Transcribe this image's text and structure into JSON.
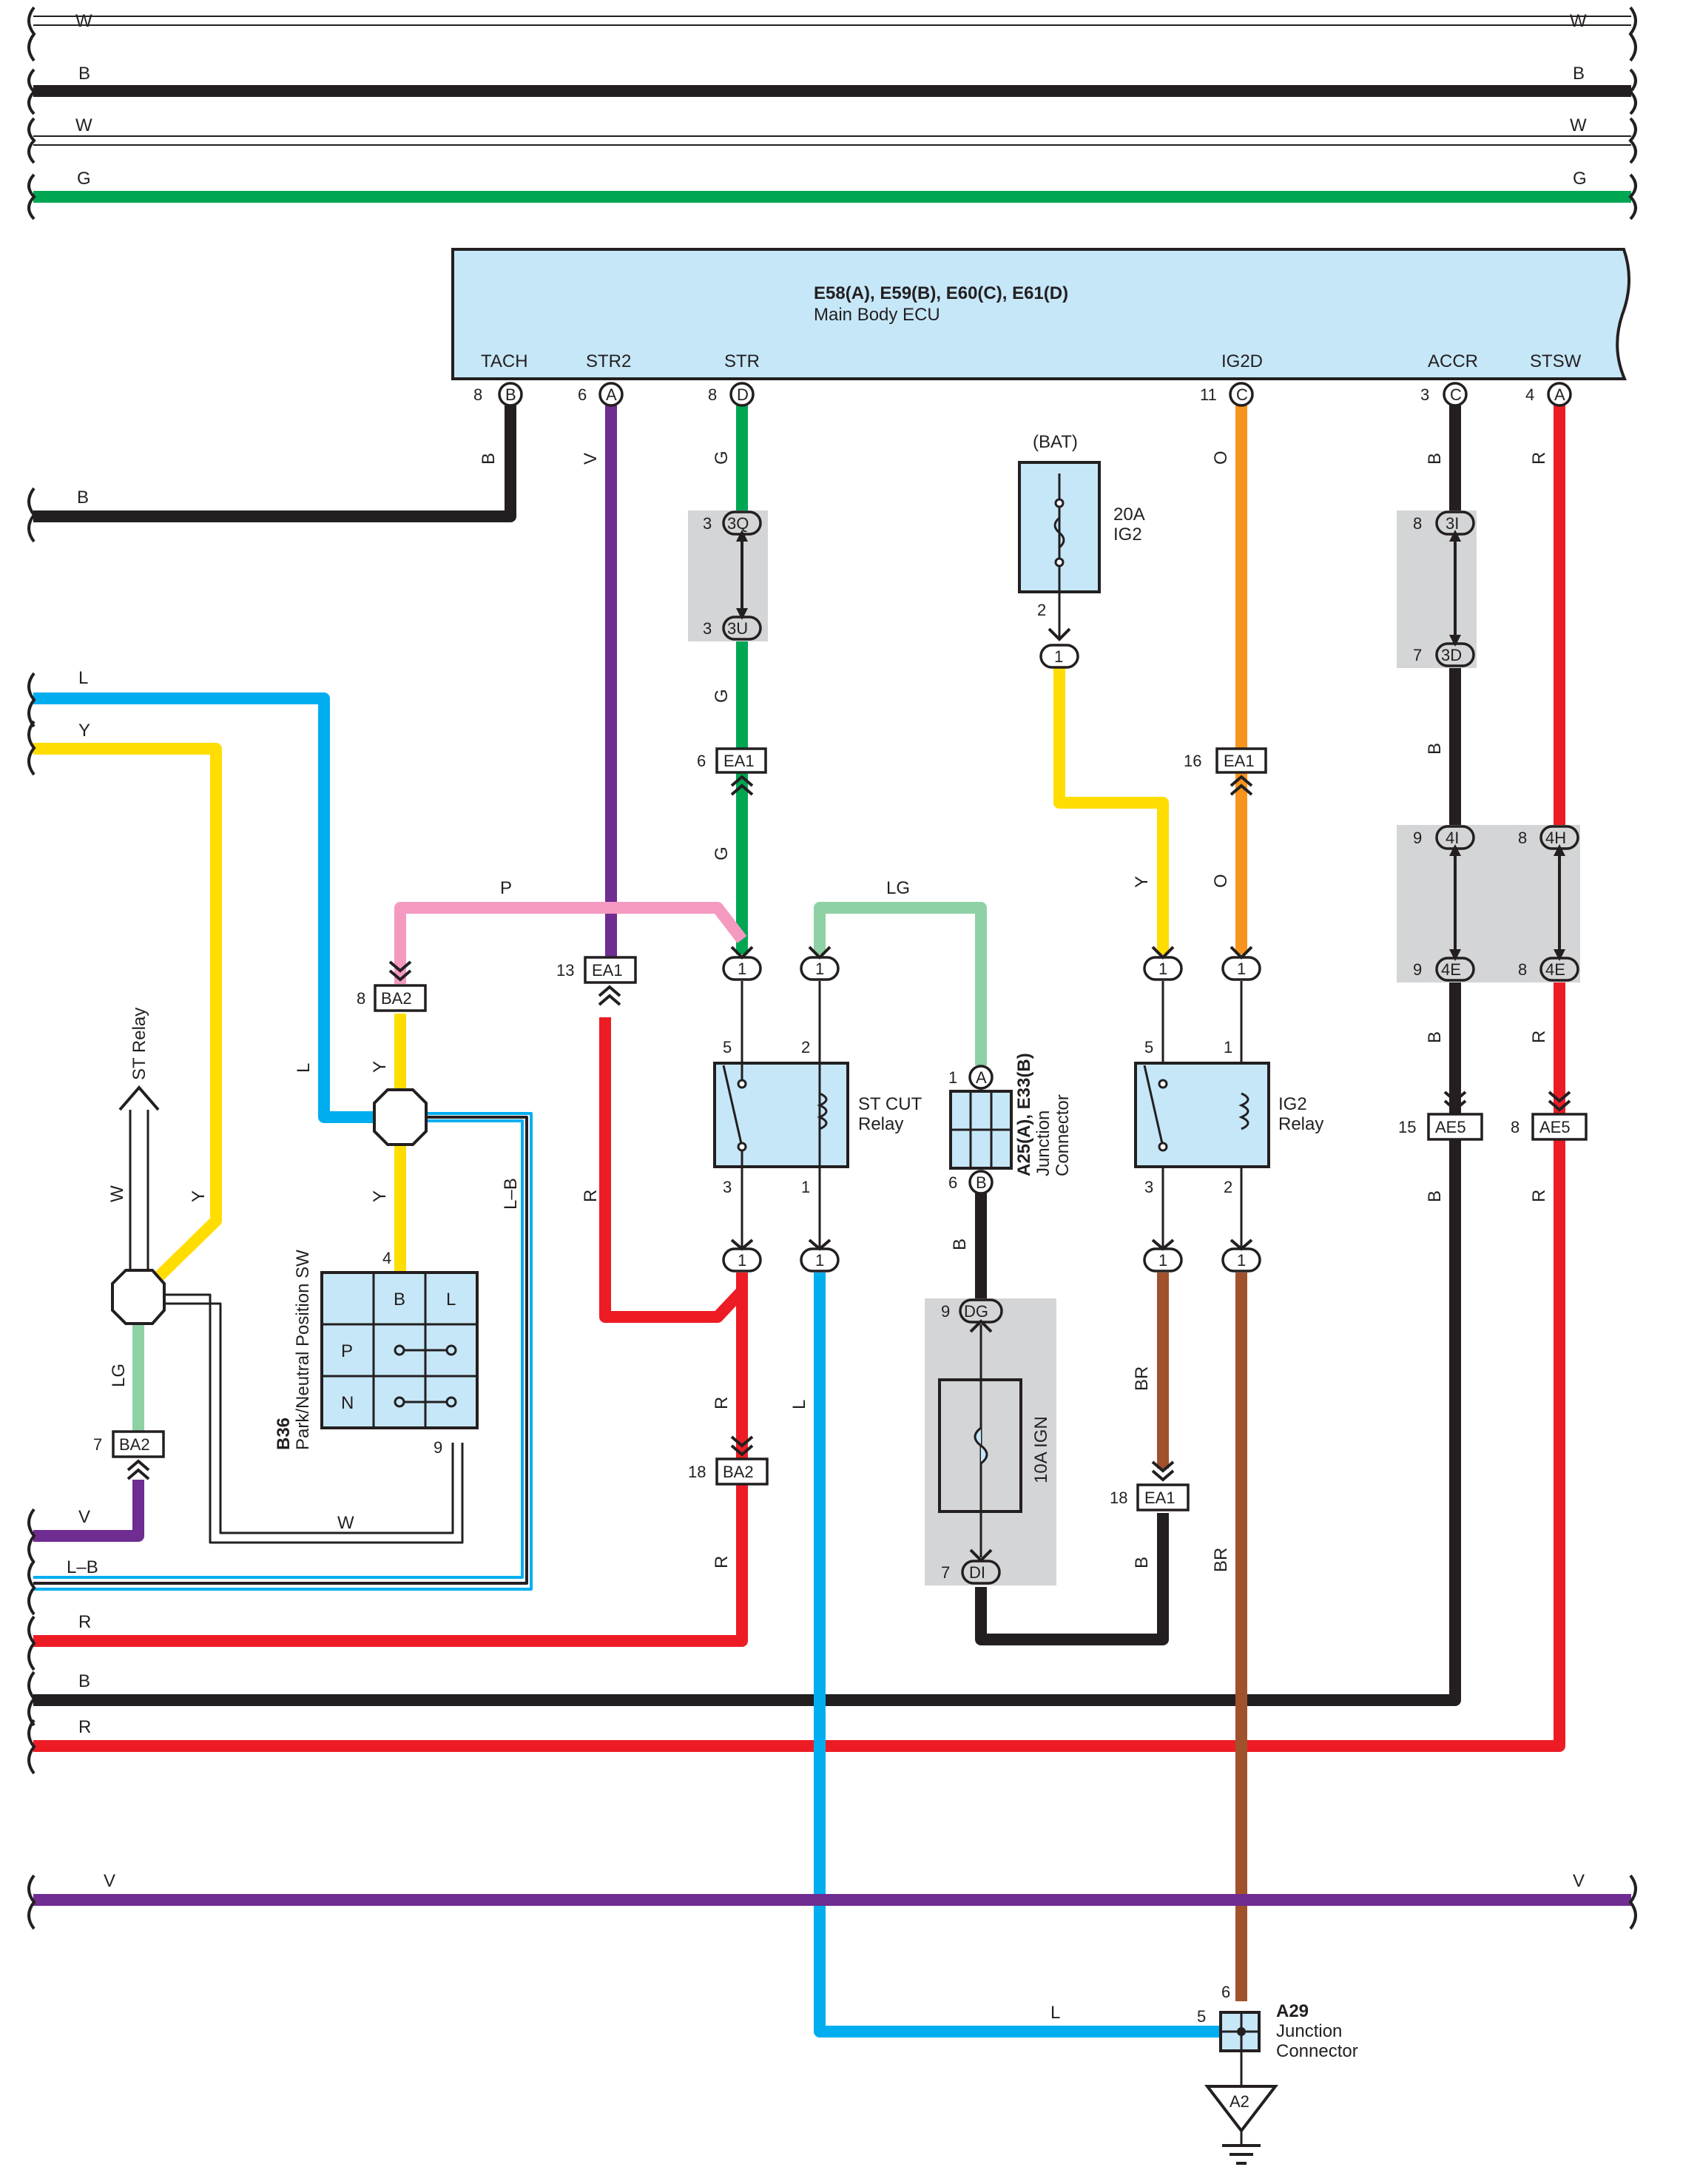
{
  "colors": {
    "W": "#ffffff",
    "B": "#231f20",
    "G": "#00a651",
    "L": "#00aeef",
    "Y": "#ffdd00",
    "V": "#6f2c91",
    "R": "#ed1c24",
    "O": "#f7941d",
    "P": "#f49ac1",
    "LG": "#8ed1a5",
    "BR": "#a0522d",
    "component": "#c6e7f8",
    "splice_group": "#d4d5d6"
  },
  "top_buses": [
    {
      "code": "W",
      "left": "W",
      "right": "W"
    },
    {
      "code": "B",
      "left": "B",
      "right": "B"
    },
    {
      "code": "W",
      "left": "W",
      "right": "W"
    },
    {
      "code": "G",
      "left": "G",
      "right": "G"
    }
  ],
  "ecu": {
    "connectors": "E58(A), E59(B), E60(C), E61(D)",
    "name": "Main Body ECU",
    "terminals": [
      {
        "name": "TACH",
        "pin": "8",
        "conn": "B"
      },
      {
        "name": "STR2",
        "pin": "6",
        "conn": "A"
      },
      {
        "name": "STR",
        "pin": "8",
        "conn": "D"
      },
      {
        "name": "IG2D",
        "pin": "11",
        "conn": "C"
      },
      {
        "name": "ACCR",
        "pin": "3",
        "conn": "C"
      },
      {
        "name": "STSW",
        "pin": "4",
        "conn": "A"
      }
    ]
  },
  "wire_labels": {
    "tach": "B",
    "tach_left": "B",
    "str2": "V",
    "str_1": "G",
    "str_2": "G",
    "str_3": "G",
    "ig2d_1": "O",
    "ig2d_2": "O",
    "accr_1": "B",
    "accr_2": "B",
    "accr_3": "B",
    "accr_4": "B",
    "stsw_1": "R",
    "stsw_2": "R",
    "stsw_3": "R",
    "p": "P",
    "lg": "LG",
    "y_fuse": "Y",
    "l_left": "L",
    "y_left": "Y",
    "l_vert": "L",
    "y_vert_1": "Y",
    "y_vert_2": "Y",
    "lb_vert": "L–B",
    "w_st": "W",
    "y_st": "Y",
    "lg_st": "LG",
    "w_bottom": "W",
    "r_vert": "R",
    "r_down_1": "R",
    "r_down_2": "R",
    "l_down": "L",
    "b_jc": "B",
    "br_1": "BR",
    "b_ig": "B",
    "br_2": "BR",
    "l_bottom": "L",
    "v_left": "V",
    "lb_left": "L–B",
    "r_bus1": "R",
    "b_bus": "B",
    "r_bus2": "R",
    "v_bus_left": "V",
    "v_bus_right": "V"
  },
  "splices": {
    "3Q": {
      "pin": "3",
      "code": "3Q"
    },
    "3U": {
      "pin": "3",
      "code": "3U"
    },
    "3I": {
      "pin": "8",
      "code": "3I"
    },
    "3D": {
      "pin": "7",
      "code": "3D"
    },
    "4I": {
      "pin": "9",
      "code": "4I"
    },
    "4E_a": {
      "pin": "9",
      "code": "4E"
    },
    "4H": {
      "pin": "8",
      "code": "4H"
    },
    "4E_b": {
      "pin": "8",
      "code": "4E"
    },
    "DG": {
      "pin": "9",
      "code": "DG"
    },
    "DI": {
      "pin": "7",
      "code": "DI"
    }
  },
  "connectors": {
    "EA1_str": {
      "pin": "6",
      "code": "EA1"
    },
    "EA1_ig2d": {
      "pin": "16",
      "code": "EA1"
    },
    "EA1_str2": {
      "pin": "13",
      "code": "EA1"
    },
    "BA2_p": {
      "pin": "8",
      "code": "BA2"
    },
    "BA2_lg": {
      "pin": "7",
      "code": "BA2"
    },
    "BA2_r": {
      "pin": "18",
      "code": "BA2"
    },
    "EA1_br": {
      "pin": "18",
      "code": "EA1"
    },
    "AE5_b": {
      "pin": "15",
      "code": "AE5"
    },
    "AE5_r": {
      "pin": "8",
      "code": "AE5"
    }
  },
  "bat_fuse": {
    "supply": "(BAT)",
    "rating": "20A",
    "name": "IG2",
    "pin": "2",
    "out": "1"
  },
  "st_cut_relay": {
    "line1": "ST CUT",
    "line2": "Relay",
    "p5": "5",
    "p2": "2",
    "p3": "3",
    "p1": "1"
  },
  "ig2_relay": {
    "line1": "IG2",
    "line2": "Relay",
    "p5": "5",
    "p1": "1",
    "p3": "3",
    "p2": "2"
  },
  "relay_ovals": {
    "label": "1"
  },
  "junction_a25": {
    "id": "A25(A), E33(B)",
    "name1": "Junction",
    "name2": "Connector",
    "pinA": "1",
    "connA": "A",
    "pinB": "6",
    "connB": "B"
  },
  "fuse_ign": {
    "label": "10A IGN"
  },
  "pnp_switch": {
    "id": "B36",
    "name": "Park/Neutral Position SW",
    "col_b": "B",
    "col_l": "L",
    "row_p": "P",
    "row_n": "N",
    "pin4": "4",
    "pin9": "9"
  },
  "st_relay": {
    "label": "ST Relay"
  },
  "junction_a29": {
    "id": "A29",
    "name1": "Junction",
    "name2": "Connector",
    "pin6": "6",
    "pin5": "5",
    "ground": "A2"
  }
}
